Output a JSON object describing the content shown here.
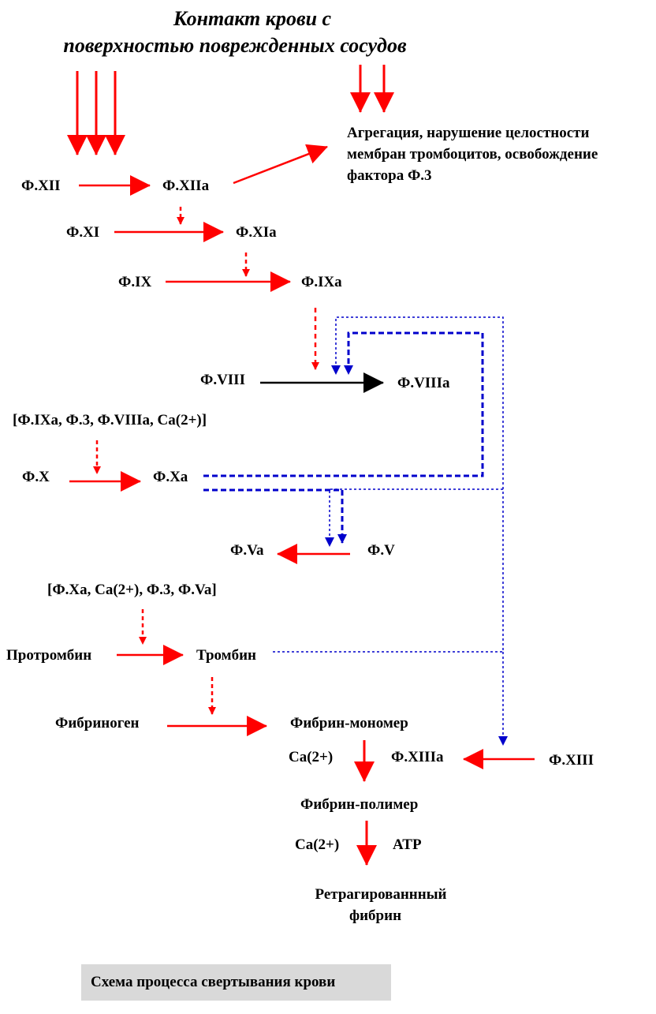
{
  "title": {
    "line1": "Контакт крови с",
    "line2": "поверхностью поврежденных сосудов"
  },
  "aggregation": {
    "line1": "Агрегация, нарушение целостности",
    "line2": "мембран тромбоцитов, освобождение",
    "line3": "фактора Ф.3"
  },
  "factors": {
    "f12": "Ф.XII",
    "f12a": "Ф.XIIa",
    "f11": "Ф.XI",
    "f11a": "Ф.XIa",
    "f9": "Ф.IX",
    "f9a": "Ф.IXa",
    "f8": "Ф.VIII",
    "f8a": "Ф.VIIIa",
    "complex1": "[Ф.IXa, Ф.3, Ф.VIIIa, Ca(2+)]",
    "f10": "Ф.X",
    "f10a": "Ф.Xa",
    "f5a": "Ф.Va",
    "f5": "Ф.V",
    "complex2": "[Ф.Xa, Ca(2+),  Ф.3, Ф.Va]",
    "prothrombin": "Протромбин",
    "thrombin": "Тромбин",
    "fibrinogen": "Фибриноген",
    "fibrin_monomer": "Фибрин-мономер",
    "ca1": "Ca(2+)",
    "f13a": "Ф.XIIIa",
    "f13": "Ф.XIII",
    "fibrin_polymer": "Фибрин-полимер",
    "ca2": "Ca(2+)",
    "atp": "ATP",
    "retracted1": "Ретрагированнный",
    "retracted2": "фибрин"
  },
  "caption": "Схема процесса свертывания крови",
  "colors": {
    "red": "#ff0000",
    "blue": "#0000cc",
    "black": "#000000",
    "caption_bg": "#d9d9d9"
  }
}
